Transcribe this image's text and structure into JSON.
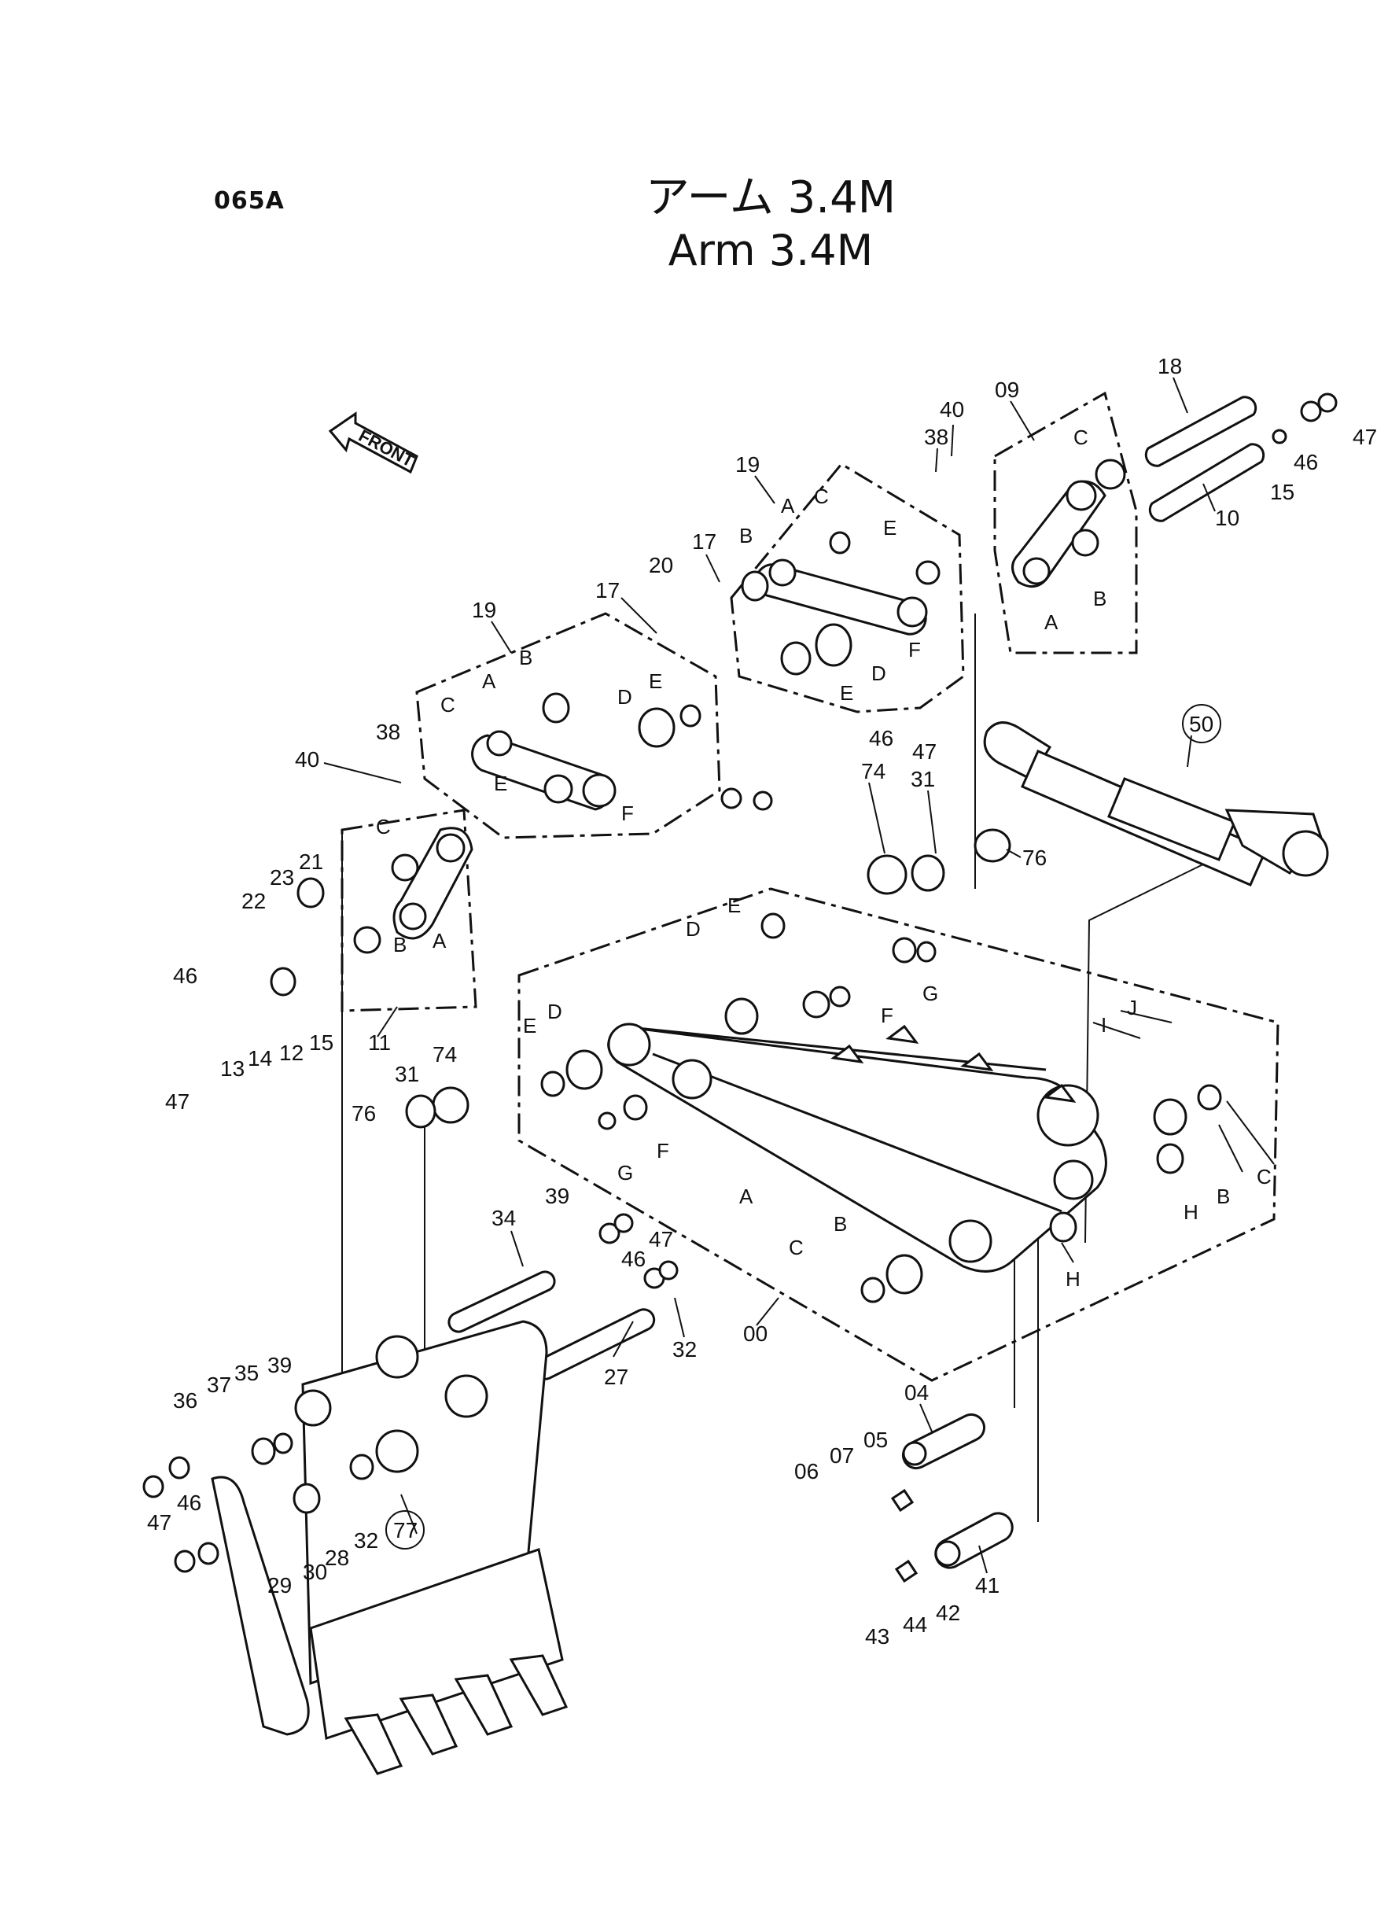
{
  "page_code": "065A",
  "title": {
    "ja": "アーム 3.4M",
    "en": "Arm 3.4M"
  },
  "front_marker": {
    "label": "FRONT",
    "icon": "front-arrow-icon"
  },
  "colors": {
    "ink": "#111111",
    "paper": "#ffffff"
  },
  "part_numbers": [
    "00",
    "04",
    "05",
    "06",
    "07",
    "09",
    "10",
    "11",
    "12",
    "13",
    "14",
    "15",
    "17",
    "18",
    "19",
    "20",
    "21",
    "22",
    "23",
    "27",
    "28",
    "29",
    "30",
    "31",
    "32",
    "34",
    "35",
    "36",
    "37",
    "38",
    "39",
    "40",
    "41",
    "42",
    "43",
    "44",
    "46",
    "47",
    "50",
    "74",
    "76",
    "77"
  ],
  "circled_parts": [
    "50",
    "77"
  ],
  "subassembly_letters": [
    "A",
    "B",
    "C",
    "D",
    "E",
    "F",
    "G",
    "H",
    "I",
    "J"
  ]
}
